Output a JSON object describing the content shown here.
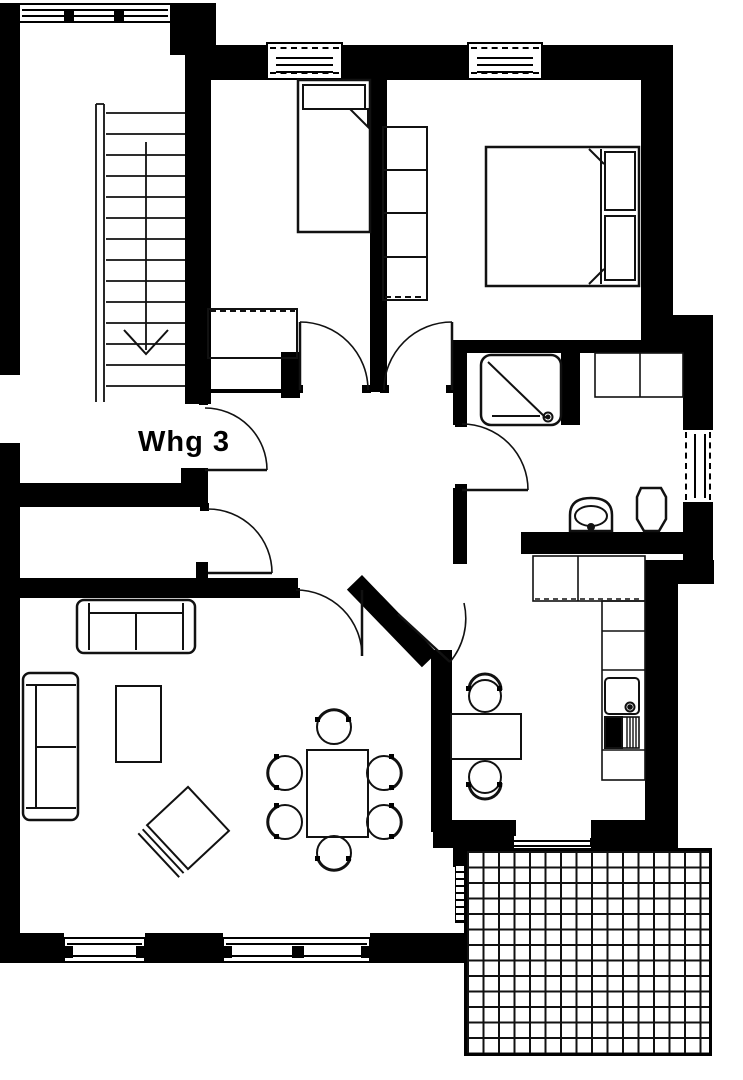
{
  "plan": {
    "unit_label": "Whg 3",
    "colors": {
      "wall": "#000000",
      "floor": "#ffffff",
      "line": "#1a1a1a"
    },
    "terrace_grid": {
      "columns": 16,
      "rows": 13
    },
    "stairs": {
      "step_count": 14,
      "direction": "down"
    }
  }
}
